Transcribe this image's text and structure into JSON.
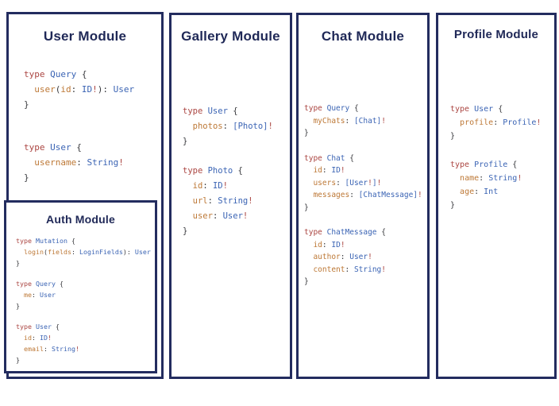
{
  "colors": {
    "border": "#232c5f",
    "title": "#1f2857",
    "keyword": "#ab4642",
    "typename": "#3b64b4",
    "field": "#bd7836",
    "punct": "#38393d",
    "bang": "#ab4642",
    "background": "#ffffff"
  },
  "modules": [
    {
      "id": "user",
      "title": "User Module",
      "blocks": [
        [
          [
            [
              "k",
              "type "
            ],
            [
              "t",
              "Query "
            ],
            [
              "p",
              "{"
            ]
          ],
          [
            [
              "p",
              "  "
            ],
            [
              "f",
              "user"
            ],
            [
              "p",
              "("
            ],
            [
              "f",
              "id"
            ],
            [
              "p",
              ": "
            ],
            [
              "t",
              "ID"
            ],
            [
              "b",
              "!"
            ],
            [
              "p",
              "): "
            ],
            [
              "t",
              "User"
            ]
          ],
          [
            [
              "p",
              "}"
            ]
          ]
        ],
        [
          [
            [
              "k",
              "type "
            ],
            [
              "t",
              "User "
            ],
            [
              "p",
              "{"
            ]
          ],
          [
            [
              "p",
              "  "
            ],
            [
              "f",
              "username"
            ],
            [
              "p",
              ": "
            ],
            [
              "t",
              "String"
            ],
            [
              "b",
              "!"
            ]
          ],
          [
            [
              "p",
              "}"
            ]
          ]
        ]
      ]
    },
    {
      "id": "auth",
      "title": "Auth Module",
      "blocks": [
        [
          [
            [
              "k",
              "type "
            ],
            [
              "t",
              "Mutation "
            ],
            [
              "p",
              "{"
            ]
          ],
          [
            [
              "p",
              "  "
            ],
            [
              "f",
              "login"
            ],
            [
              "p",
              "("
            ],
            [
              "f",
              "fields"
            ],
            [
              "p",
              ": "
            ],
            [
              "t",
              "LoginFields"
            ],
            [
              "p",
              "): "
            ],
            [
              "t",
              "User"
            ]
          ],
          [
            [
              "p",
              "}"
            ]
          ]
        ],
        [
          [
            [
              "k",
              "type "
            ],
            [
              "t",
              "Query "
            ],
            [
              "p",
              "{"
            ]
          ],
          [
            [
              "p",
              "  "
            ],
            [
              "f",
              "me"
            ],
            [
              "p",
              ": "
            ],
            [
              "t",
              "User"
            ]
          ],
          [
            [
              "p",
              "}"
            ]
          ]
        ],
        [
          [
            [
              "k",
              "type "
            ],
            [
              "t",
              "User "
            ],
            [
              "p",
              "{"
            ]
          ],
          [
            [
              "p",
              "  "
            ],
            [
              "f",
              "id"
            ],
            [
              "p",
              ": "
            ],
            [
              "t",
              "ID"
            ],
            [
              "b",
              "!"
            ]
          ],
          [
            [
              "p",
              "  "
            ],
            [
              "f",
              "email"
            ],
            [
              "p",
              ": "
            ],
            [
              "t",
              "String"
            ],
            [
              "b",
              "!"
            ]
          ],
          [
            [
              "p",
              "}"
            ]
          ]
        ]
      ]
    },
    {
      "id": "gallery",
      "title": "Gallery Module",
      "blocks": [
        [
          [
            [
              "k",
              "type "
            ],
            [
              "t",
              "User "
            ],
            [
              "p",
              "{"
            ]
          ],
          [
            [
              "p",
              "  "
            ],
            [
              "f",
              "photos"
            ],
            [
              "p",
              ": "
            ],
            [
              "t",
              "[Photo]"
            ],
            [
              "b",
              "!"
            ]
          ],
          [
            [
              "p",
              "}"
            ]
          ]
        ],
        [
          [
            [
              "k",
              "type "
            ],
            [
              "t",
              "Photo "
            ],
            [
              "p",
              "{"
            ]
          ],
          [
            [
              "p",
              "  "
            ],
            [
              "f",
              "id"
            ],
            [
              "p",
              ": "
            ],
            [
              "t",
              "ID"
            ],
            [
              "b",
              "!"
            ]
          ],
          [
            [
              "p",
              "  "
            ],
            [
              "f",
              "url"
            ],
            [
              "p",
              ": "
            ],
            [
              "t",
              "String"
            ],
            [
              "b",
              "!"
            ]
          ],
          [
            [
              "p",
              "  "
            ],
            [
              "f",
              "user"
            ],
            [
              "p",
              ": "
            ],
            [
              "t",
              "User"
            ],
            [
              "b",
              "!"
            ]
          ],
          [
            [
              "p",
              "}"
            ]
          ]
        ]
      ]
    },
    {
      "id": "chat",
      "title": "Chat Module",
      "blocks": [
        [
          [
            [
              "k",
              "type "
            ],
            [
              "t",
              "Query "
            ],
            [
              "p",
              "{"
            ]
          ],
          [
            [
              "p",
              "  "
            ],
            [
              "f",
              "myChats"
            ],
            [
              "p",
              ": "
            ],
            [
              "t",
              "[Chat]"
            ],
            [
              "b",
              "!"
            ]
          ],
          [
            [
              "p",
              "}"
            ]
          ]
        ],
        [
          [
            [
              "k",
              "type "
            ],
            [
              "t",
              "Chat "
            ],
            [
              "p",
              "{"
            ]
          ],
          [
            [
              "p",
              "  "
            ],
            [
              "f",
              "id"
            ],
            [
              "p",
              ": "
            ],
            [
              "t",
              "ID"
            ],
            [
              "b",
              "!"
            ]
          ],
          [
            [
              "p",
              "  "
            ],
            [
              "f",
              "users"
            ],
            [
              "p",
              ": "
            ],
            [
              "t",
              "[User"
            ],
            [
              "b",
              "!"
            ],
            [
              "t",
              "]"
            ],
            [
              "b",
              "!"
            ]
          ],
          [
            [
              "p",
              "  "
            ],
            [
              "f",
              "messages"
            ],
            [
              "p",
              ": "
            ],
            [
              "t",
              "[ChatMessage]"
            ],
            [
              "b",
              "!"
            ]
          ],
          [
            [
              "p",
              "}"
            ]
          ]
        ],
        [
          [
            [
              "k",
              "type "
            ],
            [
              "t",
              "ChatMessage "
            ],
            [
              "p",
              "{"
            ]
          ],
          [
            [
              "p",
              "  "
            ],
            [
              "f",
              "id"
            ],
            [
              "p",
              ": "
            ],
            [
              "t",
              "ID"
            ],
            [
              "b",
              "!"
            ]
          ],
          [
            [
              "p",
              "  "
            ],
            [
              "f",
              "author"
            ],
            [
              "p",
              ": "
            ],
            [
              "t",
              "User"
            ],
            [
              "b",
              "!"
            ]
          ],
          [
            [
              "p",
              "  "
            ],
            [
              "f",
              "content"
            ],
            [
              "p",
              ": "
            ],
            [
              "t",
              "String"
            ],
            [
              "b",
              "!"
            ]
          ],
          [
            [
              "p",
              "}"
            ]
          ]
        ]
      ]
    },
    {
      "id": "profile",
      "title": "Profile Module",
      "blocks": [
        [
          [
            [
              "k",
              "type "
            ],
            [
              "t",
              "User "
            ],
            [
              "p",
              "{"
            ]
          ],
          [
            [
              "p",
              "  "
            ],
            [
              "f",
              "profile"
            ],
            [
              "p",
              ": "
            ],
            [
              "t",
              "Profile"
            ],
            [
              "b",
              "!"
            ]
          ],
          [
            [
              "p",
              "}"
            ]
          ]
        ],
        [
          [
            [
              "k",
              "type "
            ],
            [
              "t",
              "Profile "
            ],
            [
              "p",
              "{"
            ]
          ],
          [
            [
              "p",
              "  "
            ],
            [
              "f",
              "name"
            ],
            [
              "p",
              ": "
            ],
            [
              "t",
              "String"
            ],
            [
              "b",
              "!"
            ]
          ],
          [
            [
              "p",
              "  "
            ],
            [
              "f",
              "age"
            ],
            [
              "p",
              ": "
            ],
            [
              "t",
              "Int"
            ]
          ],
          [
            [
              "p",
              "}"
            ]
          ]
        ]
      ]
    }
  ]
}
